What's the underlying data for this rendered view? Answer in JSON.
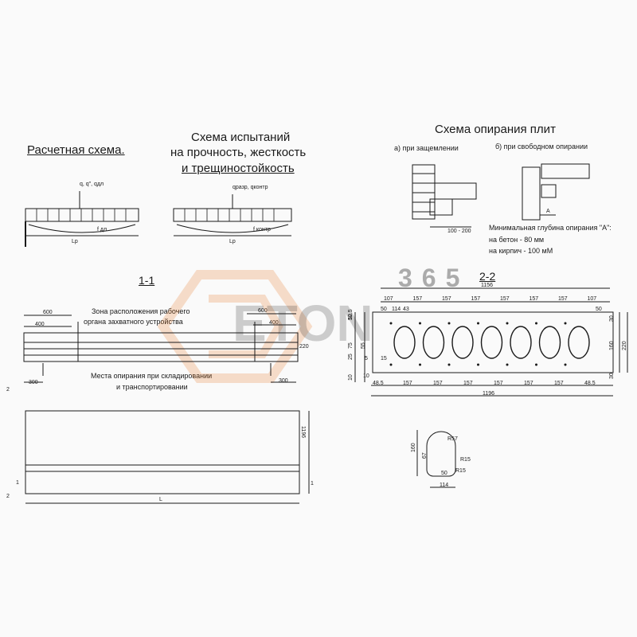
{
  "titles": {
    "calc_scheme": "Расчетная схема.",
    "test_scheme_1": "Схема испытаний",
    "test_scheme_2": "на прочность, жесткость",
    "test_scheme_3": "и трещиностойкость",
    "support_scheme": "Схема опирания плит",
    "clamped": "а) при защемлении",
    "free": "б) при свободном опирании"
  },
  "calc_labels": {
    "loads": "q, q\", qдл",
    "span": "Lp",
    "deflection": "f дл"
  },
  "test_labels": {
    "loads": "qразр, qконтр",
    "span": "Lp",
    "deflection": "f контр"
  },
  "support_labels": {
    "dim_100_200": "100 - 200",
    "a_mark": "A",
    "min_depth": "Минимальная глубина опирания \"А\":",
    "concrete": "на бетон - 80 мм",
    "brick": "на кирпич - 100 мМ"
  },
  "section_11": {
    "title": "1-1",
    "zone_1": "Зона расположения рабочего",
    "zone_2": "органа захватного устройства",
    "d600_left": "600",
    "d400_left": "400",
    "d600_right": "600",
    "d400_right": "400",
    "d220": "220",
    "d300_left": "300",
    "d300_right": "300",
    "storage_1": "Места опирания при складировании",
    "storage_2": "и транспортировании"
  },
  "section_22": {
    "title": "2-2",
    "top_total": "1156",
    "top_dims": [
      "107",
      "157",
      "157",
      "157",
      "157",
      "157",
      "157",
      "107"
    ],
    "sub_dims": [
      "50",
      "114",
      "43"
    ],
    "right_50": "50",
    "left_dims": [
      "52.5",
      "10",
      "75",
      "25",
      "10"
    ],
    "d55": "55",
    "d5": "5",
    "d15": "15",
    "d10": "10",
    "right_dims": [
      "30",
      "160",
      "220",
      "30"
    ],
    "bottom_dims": [
      "48.5",
      "157",
      "157",
      "157",
      "157",
      "157",
      "157",
      "48.5"
    ],
    "bottom_total": "1196"
  },
  "plan": {
    "width": "1196",
    "length": "L",
    "mark_1": "1",
    "mark_2": "2"
  },
  "hole_detail": {
    "r57": "R57",
    "r15a": "R15",
    "r15b": "R15",
    "d160": "160",
    "d50": "50",
    "d114": "114",
    "d67": "67"
  },
  "watermark": {
    "text": "ETON",
    "number": "365",
    "color": "#e8731a"
  }
}
